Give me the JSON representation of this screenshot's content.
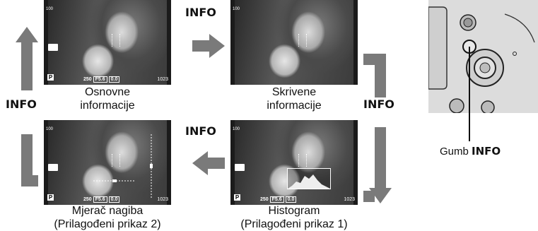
{
  "screens": {
    "basic": {
      "caption_line1": "Osnovne",
      "caption_line2": "informacije"
    },
    "hidden": {
      "caption_line1": "Skrivene",
      "caption_line2": "informacije"
    },
    "histogram": {
      "caption_line1": "Histogram",
      "caption_line2": "(Prilagođeni prikaz 1)"
    },
    "level": {
      "caption_line1": "Mjerač nagiba",
      "caption_line2": "(Prilagođeni prikaz 2)"
    }
  },
  "hud": {
    "mode": "P",
    "shutter": "250",
    "aperture": "F5.6",
    "ev": "0.0",
    "iso_top": "100",
    "count": "1023"
  },
  "transitions": {
    "top_label": "INFO",
    "right_label": "INFO",
    "bottom_label": "INFO",
    "left_label": "INFO"
  },
  "camera_callout": {
    "prefix": "Gumb",
    "button_name": "INFO"
  },
  "colors": {
    "arrow": "#7a7a7a",
    "screen_bg": "#1b1b1b"
  }
}
